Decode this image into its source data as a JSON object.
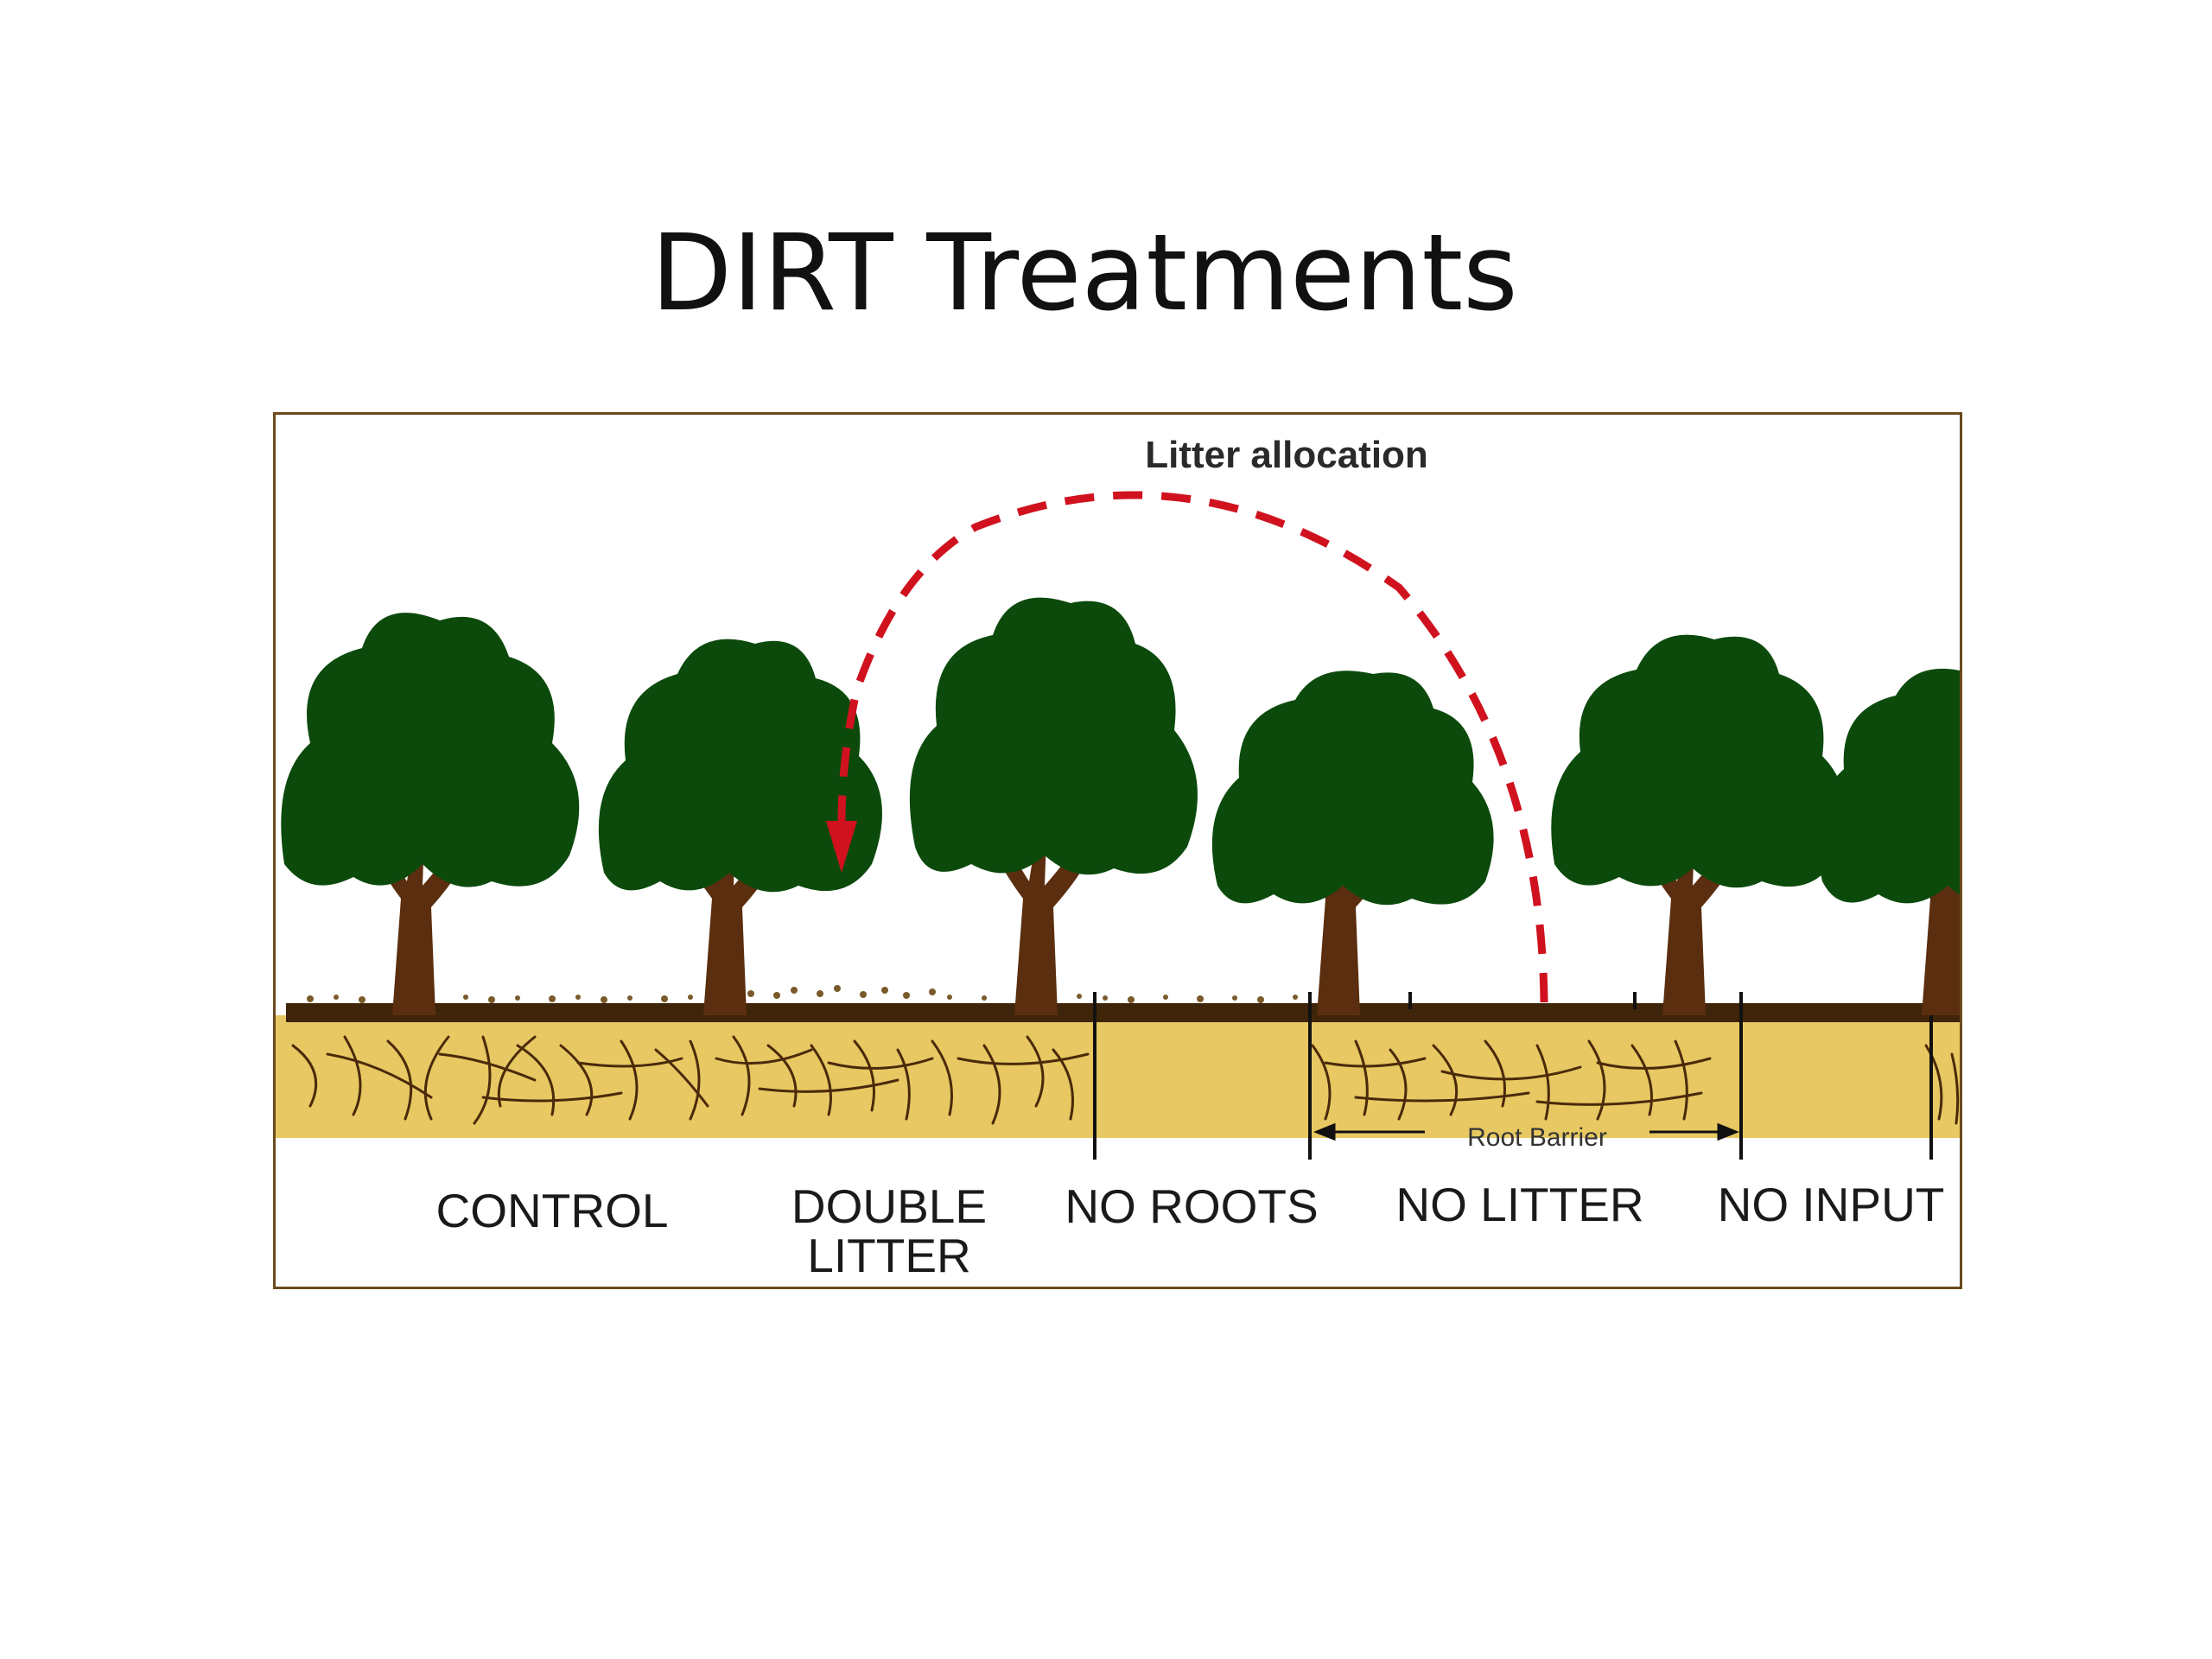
{
  "slide": {
    "title": "DIRT Treatments"
  },
  "diagram": {
    "arc_label": "Litter allocation",
    "barrier_label": "Root Barrier",
    "treatments": [
      {
        "label": "CONTROL"
      },
      {
        "label": "DOUBLE\nLITTER"
      },
      {
        "label": "NO ROOTS"
      },
      {
        "label": "NO LITTER"
      },
      {
        "label": "NO INPUT"
      }
    ],
    "colors": {
      "canopy": "#0c4a0c",
      "trunk": "#5a2e0e",
      "soil_surface": "#3e2408",
      "soil": "#e7c862",
      "roots": "#4a2a0a",
      "arrow": "#d0121f",
      "frame": "#6b4a1e"
    }
  }
}
